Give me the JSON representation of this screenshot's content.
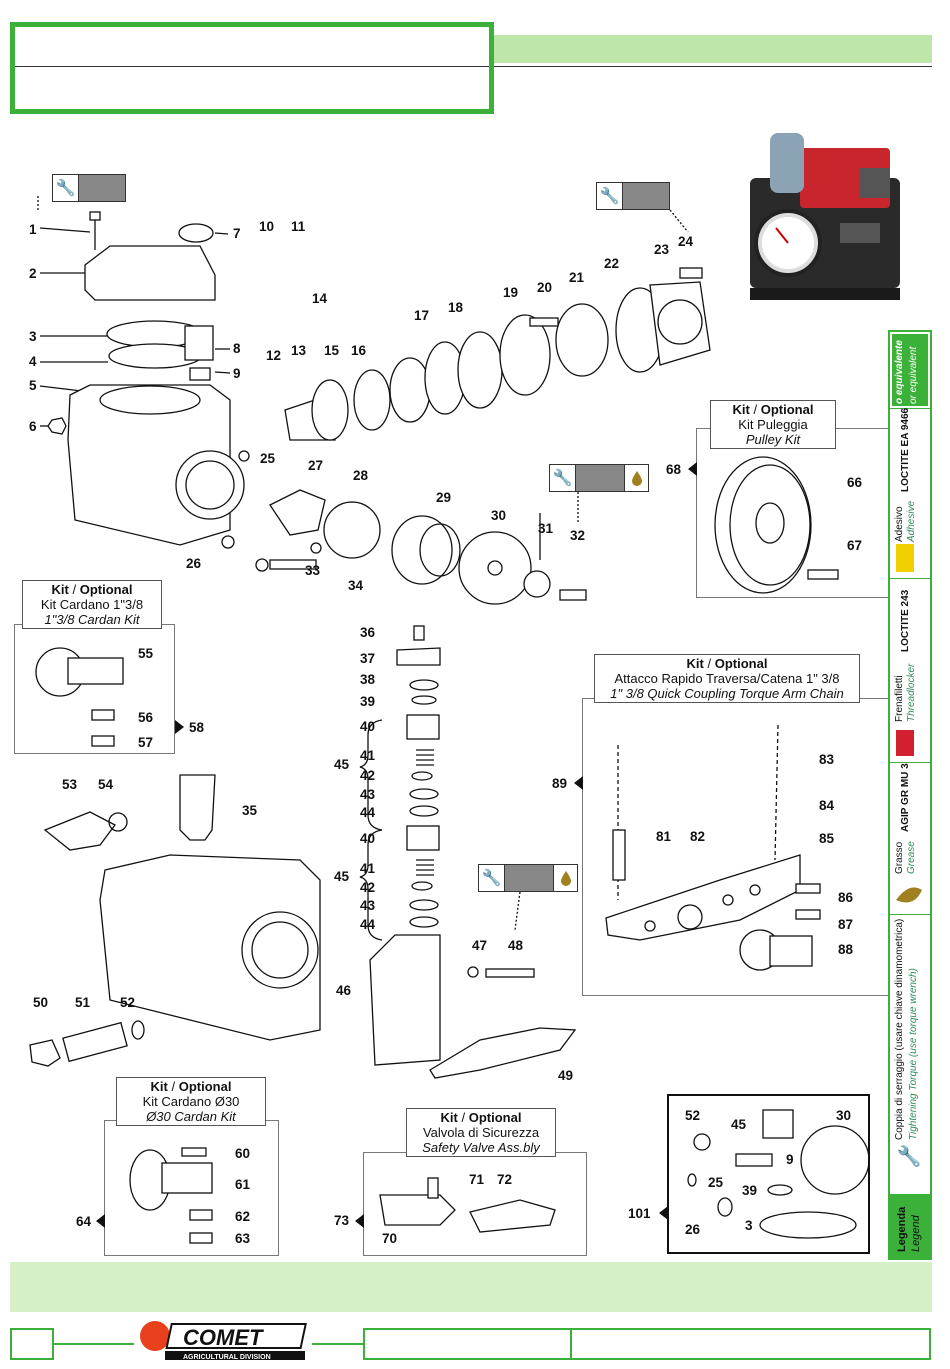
{
  "colors": {
    "accent": "#3cb13a",
    "light_band": "#bde6a8",
    "footer_band": "#d6efc6"
  },
  "brand": {
    "logo_text": "COMET",
    "logo_sub": "AGRICULTURAL DIVISION"
  },
  "kits": {
    "pulley": {
      "kit": "Kit",
      "sep": "/",
      "opt": "Optional",
      "it": "Kit Puleggia",
      "en": "Pulley Kit",
      "ref": "68"
    },
    "cardan138": {
      "kit": "Kit",
      "sep": "/",
      "opt": "Optional",
      "it": "Kit Cardano 1\"3/8",
      "en": "1\"3/8 Cardan Kit",
      "ref": "58"
    },
    "quick": {
      "kit": "Kit",
      "sep": "/",
      "opt": "Optional",
      "it": "Attacco Rapido Traversa/Catena 1\" 3/8",
      "en": "1\" 3/8 Quick Coupling Torque Arm Chain",
      "ref": "89"
    },
    "cardan30": {
      "kit": "Kit",
      "sep": "/",
      "opt": "Optional",
      "it": "Kit Cardano Ø30",
      "en": "Ø30 Cardan Kit",
      "ref": "64"
    },
    "safety": {
      "kit": "Kit",
      "sep": "/",
      "opt": "Optional",
      "it": "Valvola di Sicurezza",
      "en": "Safety Valve Ass.bly",
      "ref": "73"
    }
  },
  "legend": {
    "title_it": "Legenda",
    "title_en": "Legend",
    "torque_it": "Coppia di serraggio (usare chiave dinamometrica)",
    "torque_en": "Tightening Torque (use torque wrench)",
    "grease_it": "Grasso",
    "grease_en": "Grease",
    "grease_product": "AGIP GR MU 3",
    "thread_it": "Frenafiletti",
    "thread_en": "Threadlocker",
    "thread_product": "LOCTITE 243",
    "adh_it": "Adesivo",
    "adh_en": "Adhesive",
    "adh_product": "LOCTITE EA 9466",
    "equiv_it": "o equivalente",
    "equiv_en": "or equivalent"
  },
  "labels": {
    "p1": "1",
    "p2": "2",
    "p3": "3",
    "p4": "4",
    "p5": "5",
    "p6": "6",
    "p7": "7",
    "p8": "8",
    "p9": "9",
    "p10": "10",
    "p11": "11",
    "p12": "12",
    "p13": "13",
    "p14": "14",
    "p15": "15",
    "p16": "16",
    "p17": "17",
    "p18": "18",
    "p19": "19",
    "p20": "20",
    "p21": "21",
    "p22": "22",
    "p23": "23",
    "p24": "24",
    "p25": "25",
    "p26": "26",
    "p27": "27",
    "p28": "28",
    "p29": "29",
    "p30": "30",
    "p31": "31",
    "p32": "32",
    "p33": "33",
    "p34": "34",
    "p35": "35",
    "p36": "36",
    "p37": "37",
    "p38": "38",
    "p39": "39",
    "p40a": "40",
    "p41a": "41",
    "p42a": "42",
    "p43a": "43",
    "p44a": "44",
    "p45a": "45",
    "p40b": "40",
    "p41b": "41",
    "p42b": "42",
    "p43b": "43",
    "p44b": "44",
    "p45b": "45",
    "p46": "46",
    "p47": "47",
    "p48": "48",
    "p49": "49",
    "p50": "50",
    "p51": "51",
    "p52": "52",
    "p53": "53",
    "p54": "54",
    "p55": "55",
    "p56": "56",
    "p57": "57",
    "p60": "60",
    "p61": "61",
    "p62": "62",
    "p63": "63",
    "p66": "66",
    "p67": "67",
    "p70": "70",
    "p71": "71",
    "p72": "72",
    "p81": "81",
    "p82": "82",
    "p83": "83",
    "p84": "84",
    "p85": "85",
    "p86": "86",
    "p87": "87",
    "p88": "88",
    "p101": "101",
    "k52": "52",
    "k45": "45",
    "k30": "30",
    "k9": "9",
    "k25": "25",
    "k39": "39",
    "k26": "26",
    "k3": "3"
  }
}
